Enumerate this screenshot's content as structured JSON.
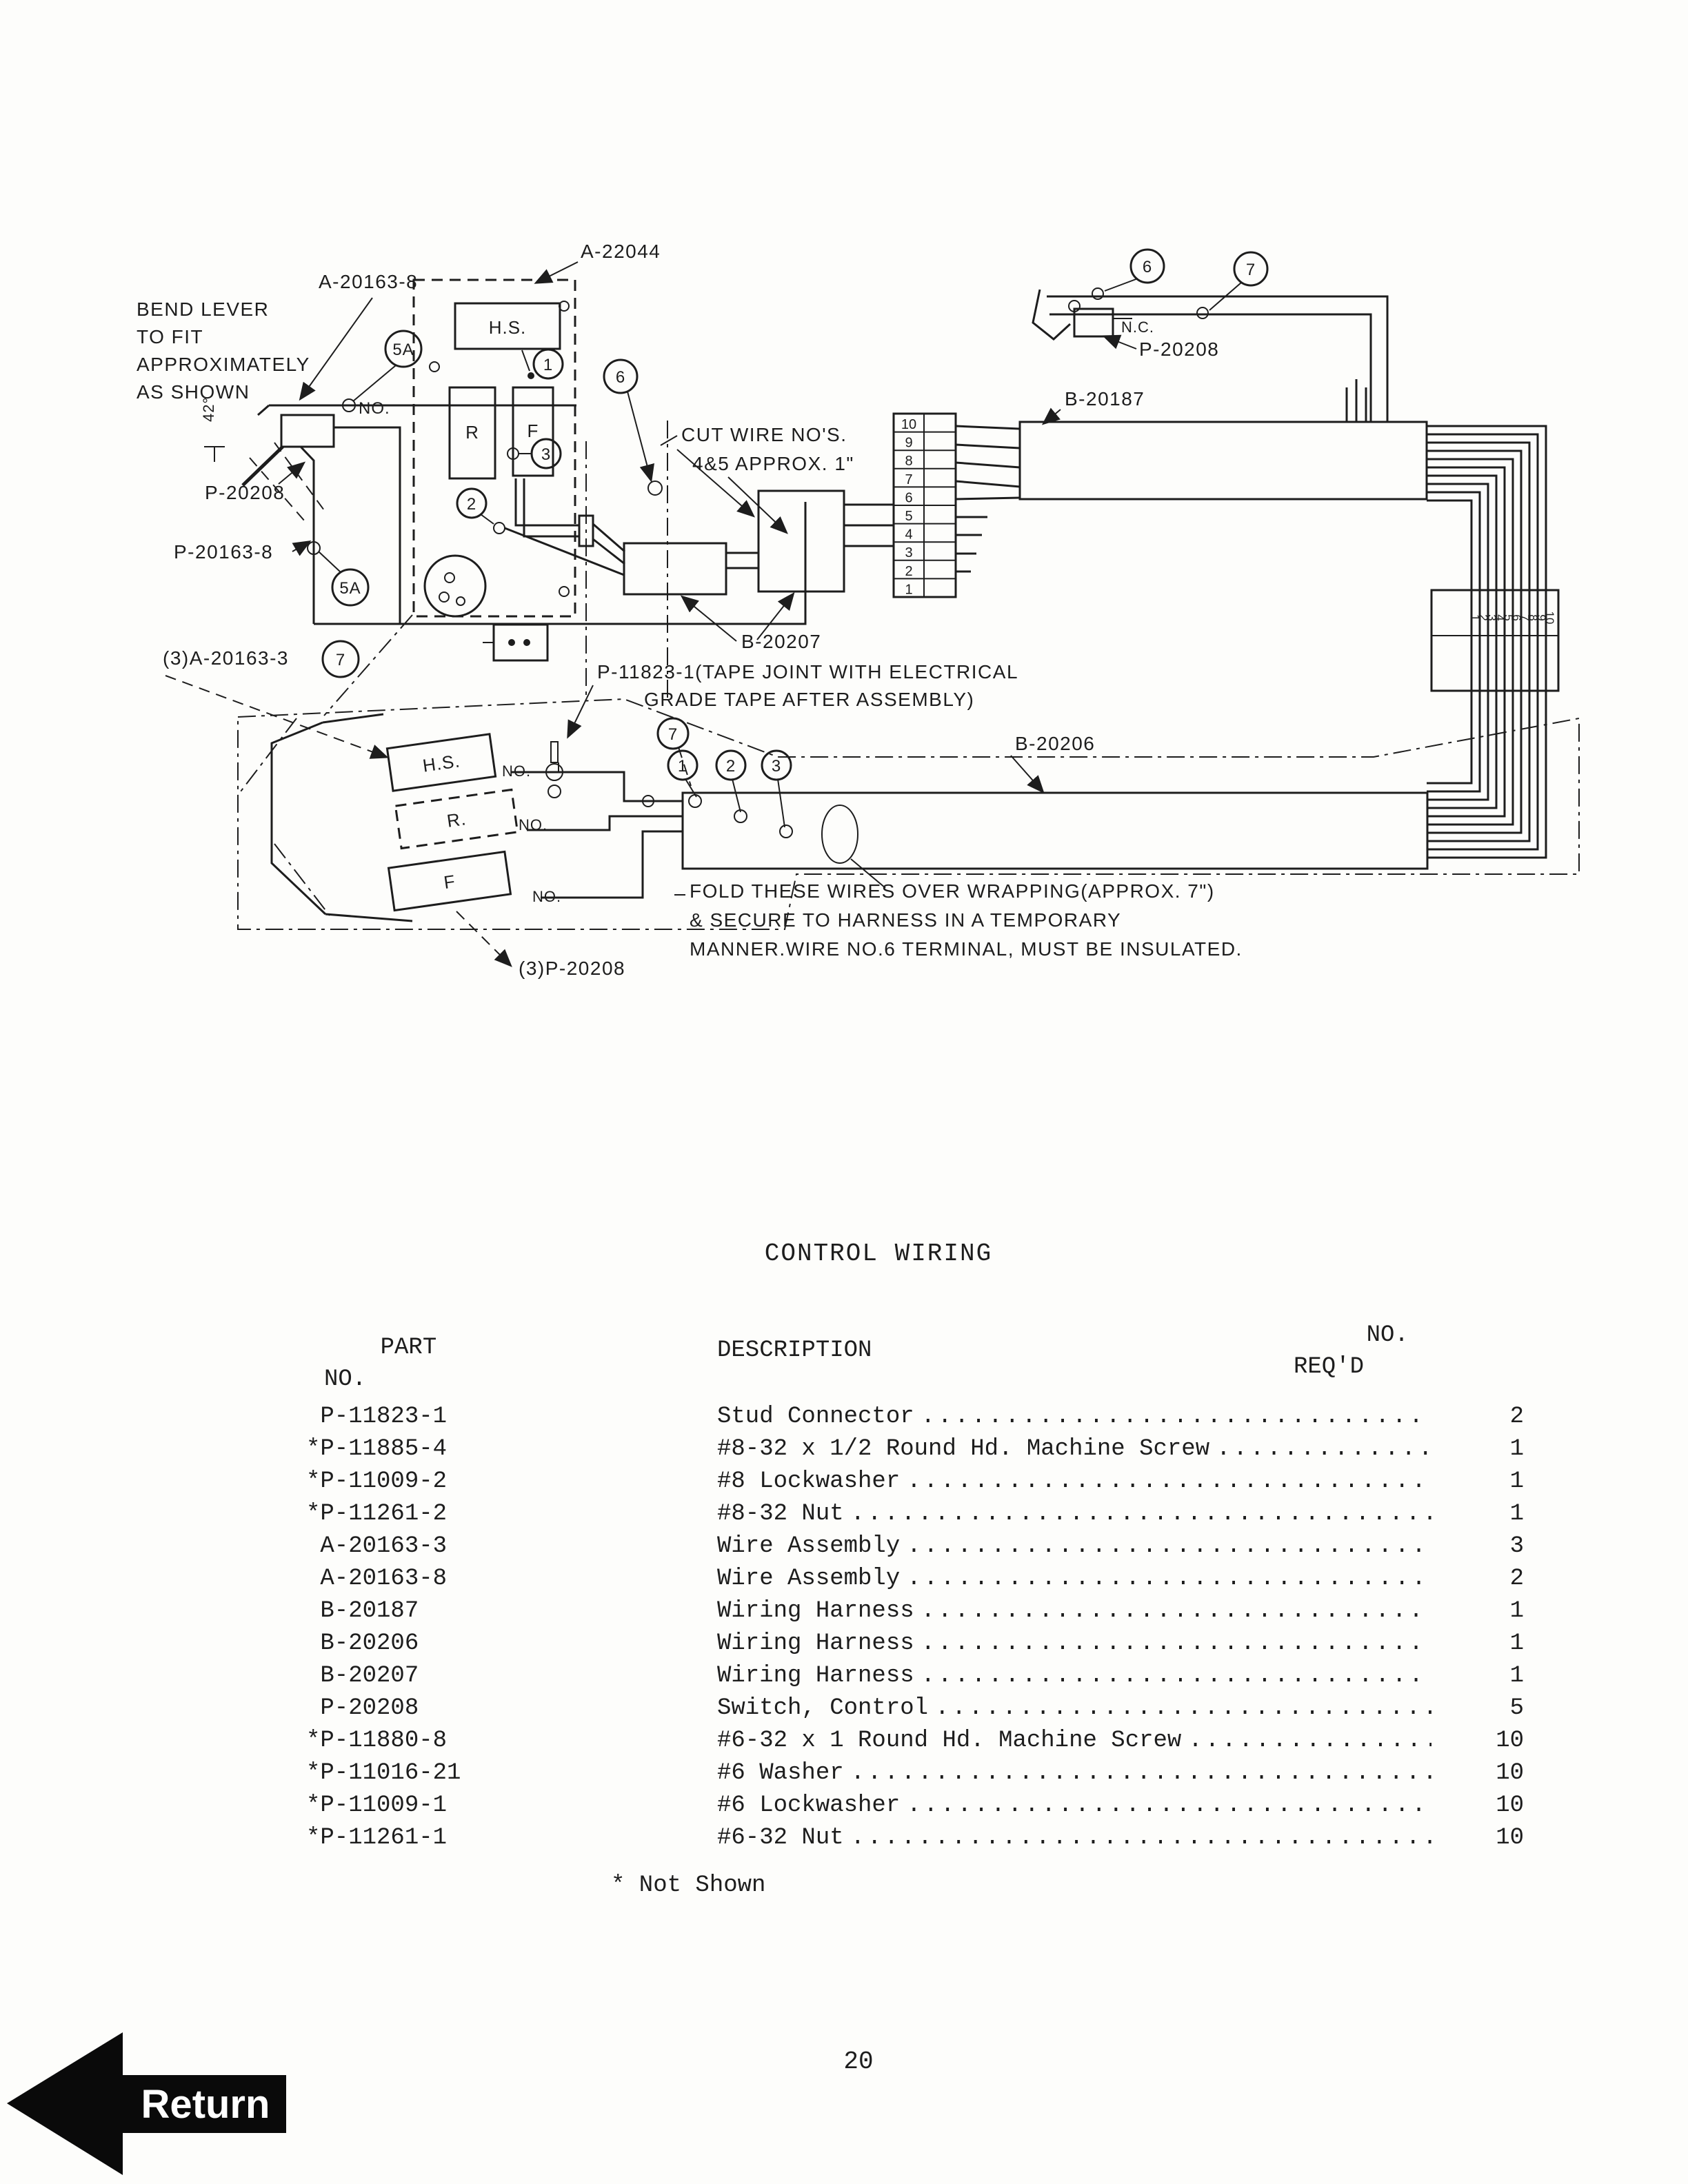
{
  "page": {
    "number": "20",
    "title": "CONTROL WIRING",
    "footnote": "* Not Shown"
  },
  "nav": {
    "return_label": "Return"
  },
  "colors": {
    "ink": "#1d1d1d",
    "paper": "#fdfdfb"
  },
  "table": {
    "col_part": [
      "PART",
      "NO."
    ],
    "col_desc": "DESCRIPTION",
    "col_req": [
      "NO.",
      "REQ'D"
    ],
    "rows": [
      {
        "part": "P-11823-1",
        "desc": "Stud Connector",
        "req": "2"
      },
      {
        "part": "*P-11885-4",
        "desc": "#8-32 x 1/2 Round Hd. Machine Screw",
        "req": "1"
      },
      {
        "part": "*P-11009-2",
        "desc": "#8 Lockwasher",
        "req": "1"
      },
      {
        "part": "*P-11261-2",
        "desc": "#8-32 Nut",
        "req": "1"
      },
      {
        "part": "A-20163-3",
        "desc": "Wire Assembly",
        "req": "3"
      },
      {
        "part": "A-20163-8",
        "desc": "Wire Assembly",
        "req": "2"
      },
      {
        "part": "B-20187",
        "desc": "Wiring Harness",
        "req": "1"
      },
      {
        "part": "B-20206",
        "desc": "Wiring Harness",
        "req": "1"
      },
      {
        "part": "B-20207",
        "desc": "Wiring Harness",
        "req": "1"
      },
      {
        "part": "P-20208",
        "desc": "Switch, Control",
        "req": "5"
      },
      {
        "part": "*P-11880-8",
        "desc": "#6-32 x 1 Round Hd. Machine Screw",
        "req": "10"
      },
      {
        "part": "*P-11016-21",
        "desc": "#6 Washer",
        "req": "10"
      },
      {
        "part": "*P-11009-1",
        "desc": "#6 Lockwasher",
        "req": "10"
      },
      {
        "part": "*P-11261-1",
        "desc": "#6-32 Nut",
        "req": "10"
      }
    ]
  },
  "diagram": {
    "upper": {
      "a22044": "A-22044",
      "a20163_8": "A-20163-8",
      "bend": [
        "BEND LEVER",
        "TO FIT",
        "APPROXIMATELY",
        "AS SHOWN"
      ],
      "angle": "42°",
      "no_label": "NO.",
      "p20208": "P-20208",
      "ferrule1": "5A",
      "ferrule2": "5A",
      "p20163_8": "P-20163-8",
      "hs": "H.S.",
      "r": "R",
      "f": "F",
      "c1": "1",
      "c2": "2",
      "c3": "3",
      "c6": "6",
      "cut": [
        "CUT WIRE  NO'S.",
        "4&5 APPROX. 1\""
      ],
      "b20207": "B-20207",
      "terminals": [
        "10",
        "9",
        "8",
        "7",
        "6",
        "5",
        "4",
        "3",
        "2",
        "1"
      ],
      "b20187": "B-20187",
      "nc": "N.C.",
      "c6b": "6",
      "c7": "7",
      "p20208_top": "P-20208",
      "band": [
        "1",
        "2",
        "3",
        "4",
        "5",
        "6",
        "7",
        "8",
        "9",
        "10"
      ]
    },
    "lower": {
      "a20163_3": "(3)A-20163-3",
      "c7a": "7",
      "tape": [
        "P-11823-1(TAPE JOINT WITH  ELECTRICAL",
        "GRADE TAPE AFTER ASSEMBLY)"
      ],
      "c7b": "7",
      "c1": "1",
      "c2": "2",
      "c3": "3",
      "b20206": "B-20206",
      "hs": "H.S.",
      "r": "R.",
      "f": "F",
      "no1": "NO.",
      "no2": "NO.",
      "no3": "NO.",
      "fold": [
        "FOLD THESE WIRES OVER WRAPPING(APPROX. 7\")",
        "& SECURE TO HARNESS IN A TEMPORARY",
        "MANNER.WIRE  NO.6 TERMINAL, MUST BE INSULATED."
      ],
      "p20208_qty": "(3)P-20208"
    }
  }
}
